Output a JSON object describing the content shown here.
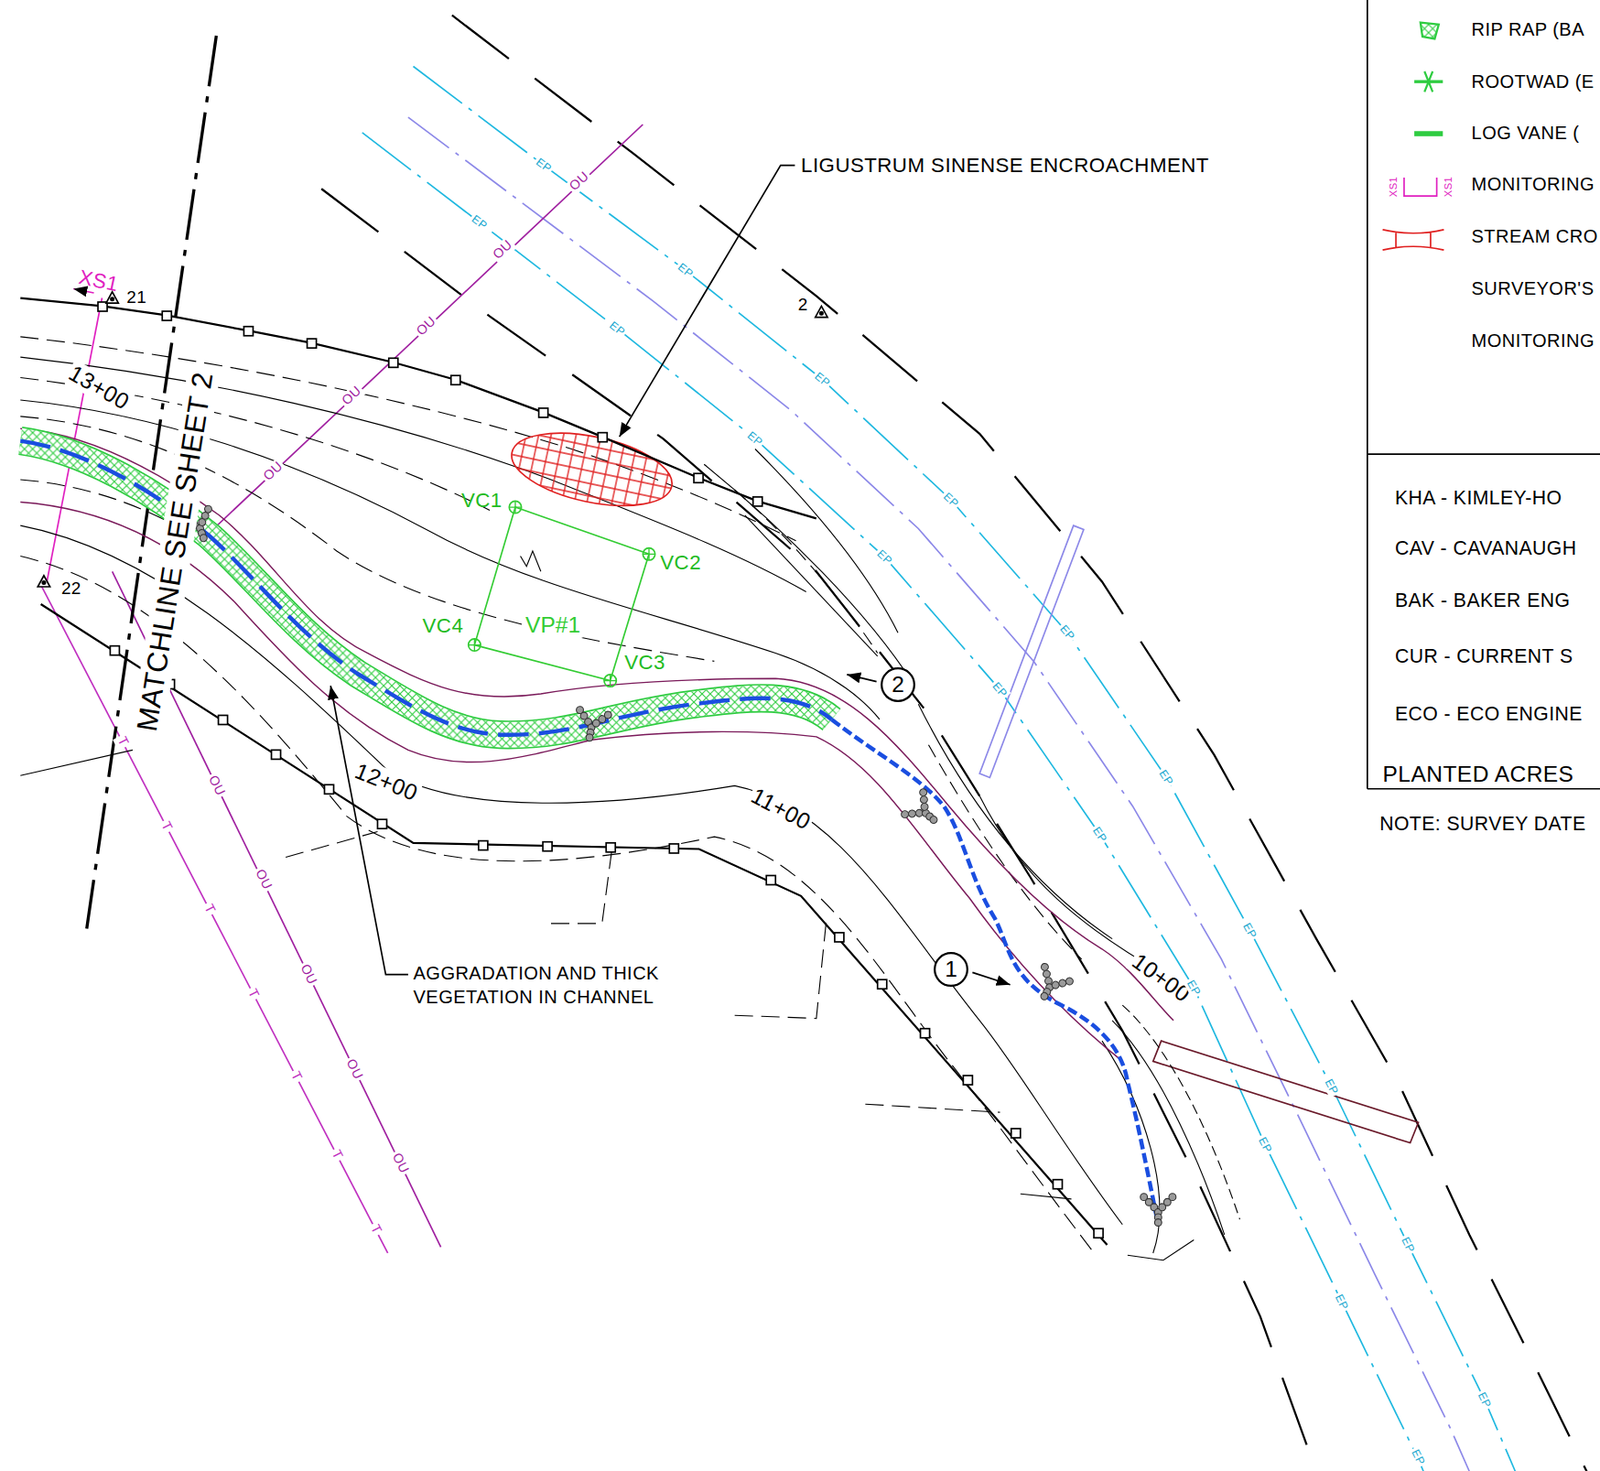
{
  "diagram": {
    "nodes": [
      {
        "text": [
          "VP#1"
        ]
      },
      {
        "text": [
          "2"
        ]
      },
      {
        "text": [
          "1"
        ]
      }
    ],
    "labels": [
      "LIGUSTRUM SINENSE ENCROACHMENT",
      "AGGRADATION AND THICK VEGETATION IN CHANNEL",
      "13+00",
      "12+00",
      "11+00",
      "10+00",
      "MATCHLINE SEE SHEET 2",
      "XS1",
      "21",
      "22",
      "2",
      "VC1",
      "VC2",
      "VC3",
      "VC4",
      "EP",
      "EP",
      "EP",
      "EP",
      "EP",
      "EP",
      "EP",
      "EP",
      "EP",
      "EP",
      "EP",
      "EP",
      "EP",
      "EP",
      "EP",
      "EP",
      "EP",
      "EP",
      "EP",
      "EP",
      "OU",
      "OU",
      "OU",
      "OU",
      "OU",
      "OU",
      "OU",
      "OU",
      "OU",
      "OU",
      "T",
      "T",
      "T",
      "T",
      "T",
      "T",
      "T",
      "XS1",
      "XS1",
      "KHA - KIMLEY-HO",
      "CAV - CAVANAUGH",
      "BAK - BAKER ENG",
      "CUR - CURRENT S",
      "ECO - ECO ENGINE",
      "PLANTED ACRES",
      "NOTE: SURVEY DATE"
    ],
    "legend": [
      {
        "text": "RIP RAP (BA"
      },
      {
        "text": "ROOTWAD (E"
      },
      {
        "text": "LOG VANE ("
      },
      {
        "text": "MONITORING"
      },
      {
        "text": "STREAM CRO"
      },
      {
        "text": "SURVEYOR'S"
      },
      {
        "text": "MONITORING"
      }
    ]
  }
}
